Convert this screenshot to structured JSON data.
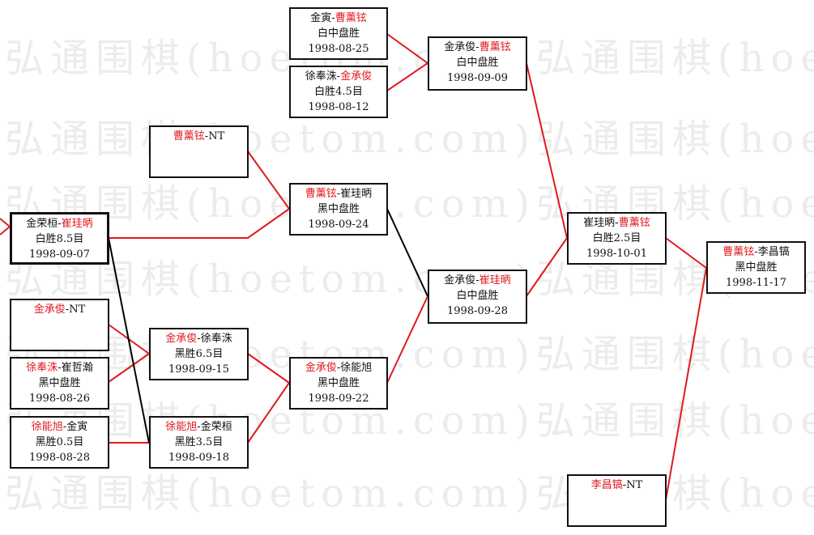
{
  "watermark": "弘通围棋(hoetom.com)弘通围棋(hoetom.com)",
  "colors": {
    "winner": "#e0191e",
    "loser": "#111111",
    "line_win": "#e0191e",
    "line_loss": "#000000",
    "watermark": "#ececec"
  },
  "games": [
    {
      "id": "g1",
      "winner": "曹薰铉",
      "loser": "NT",
      "winner_first": true,
      "result": "",
      "date": ""
    },
    {
      "id": "g2",
      "winner": "崔珪昞",
      "loser": "金荣桓",
      "winner_first": false,
      "result": "白胜8.5目",
      "date": "1998-09-07"
    },
    {
      "id": "g3",
      "winner": "金承俊",
      "loser": "NT",
      "winner_first": true,
      "result": "",
      "date": ""
    },
    {
      "id": "g4",
      "winner": "徐奉洙",
      "loser": "崔哲瀚",
      "winner_first": true,
      "result": "黑中盘胜",
      "date": "1998-08-26"
    },
    {
      "id": "g5",
      "winner": "徐能旭",
      "loser": "金寅",
      "winner_first": true,
      "result": "黑胜0.5目",
      "date": "1998-08-28"
    },
    {
      "id": "g6",
      "winner": "曹薰铉",
      "loser": "金寅",
      "winner_first": false,
      "result": "白中盘胜",
      "date": "1998-08-25"
    },
    {
      "id": "g7",
      "winner": "金承俊",
      "loser": "徐奉洙",
      "winner_first": false,
      "result": "白胜4.5目",
      "date": "1998-08-12"
    },
    {
      "id": "g8",
      "winner": "曹薰铉",
      "loser": "崔珪昞",
      "winner_first": true,
      "result": "黑中盘胜",
      "date": "1998-09-24"
    },
    {
      "id": "g9",
      "winner": "金承俊",
      "loser": "徐奉洙",
      "winner_first": true,
      "result": "黑胜6.5目",
      "date": "1998-09-15"
    },
    {
      "id": "g10",
      "winner": "徐能旭",
      "loser": "金荣桓",
      "winner_first": true,
      "result": "黑胜3.5目",
      "date": "1998-09-18"
    },
    {
      "id": "g11",
      "winner": "曹薰铉",
      "loser": "金承俊",
      "winner_first": false,
      "result": "白中盘胜",
      "date": "1998-09-09"
    },
    {
      "id": "g12",
      "winner": "金承俊",
      "loser": "徐能旭",
      "winner_first": true,
      "result": "黑中盘胜",
      "date": "1998-09-22"
    },
    {
      "id": "g13",
      "winner": "崔珪昞",
      "loser": "金承俊",
      "winner_first": false,
      "result": "白中盘胜",
      "date": "1998-09-28"
    },
    {
      "id": "g14",
      "winner": "曹薰铉",
      "loser": "崔珪昞",
      "winner_first": false,
      "result": "白胜2.5目",
      "date": "1998-10-01"
    },
    {
      "id": "g15",
      "winner": "李昌镐",
      "loser": "NT",
      "winner_first": true,
      "result": "",
      "date": ""
    },
    {
      "id": "g16",
      "winner": "曹薰铉",
      "loser": "李昌镐",
      "winner_first": true,
      "result": "黑中盘胜",
      "date": "1998-11-17"
    }
  ]
}
